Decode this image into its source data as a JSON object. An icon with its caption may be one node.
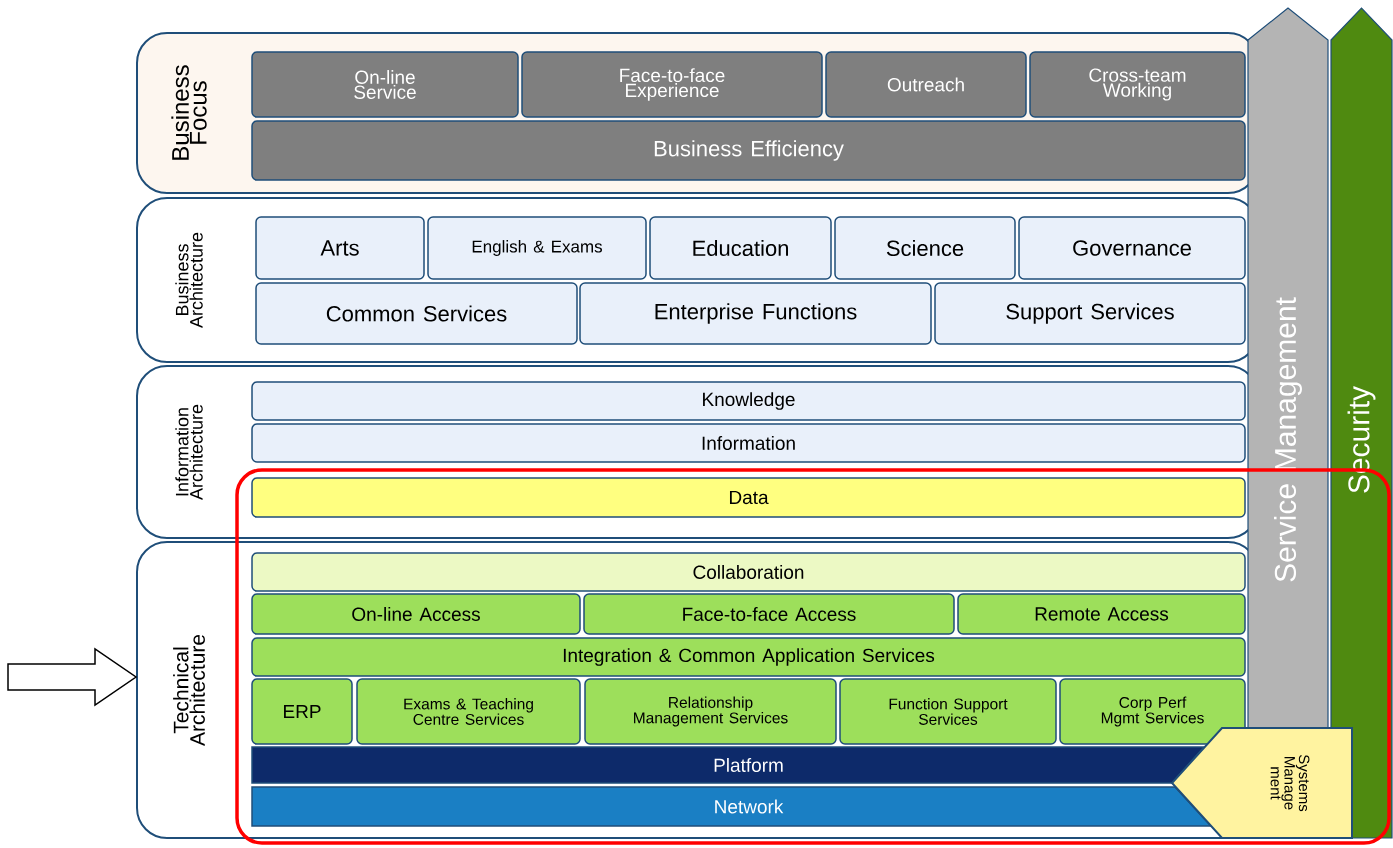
{
  "diagram": {
    "nodes": [
      {
        "text": [
          "Business Focus"
        ]
      },
      {
        "text": [
          "On-line Service"
        ],
        "in": 0
      },
      {
        "text": [
          "Face-to-face Experience"
        ],
        "in": 0
      },
      {
        "text": [
          "Outreach"
        ],
        "in": 0
      },
      {
        "text": [
          "Cross-team Working"
        ],
        "in": 0
      },
      {
        "text": [
          "Business Efficiency"
        ],
        "in": 0
      },
      {
        "text": [
          "Business Architecture"
        ]
      },
      {
        "text": [
          "Arts"
        ],
        "in": 6
      },
      {
        "text": [
          "English & Exams"
        ],
        "in": 6
      },
      {
        "text": [
          "Education"
        ],
        "in": 6
      },
      {
        "text": [
          "Science"
        ],
        "in": 6
      },
      {
        "text": [
          "Governance"
        ],
        "in": 6
      },
      {
        "text": [
          "Common Services"
        ],
        "in": 6
      },
      {
        "text": [
          "Enterprise Functions"
        ],
        "in": 6
      },
      {
        "text": [
          "Support Services"
        ],
        "in": 6
      },
      {
        "text": [
          "Information Architecture"
        ]
      },
      {
        "text": [
          "Knowledge"
        ],
        "in": 15
      },
      {
        "text": [
          "Information"
        ],
        "in": 15
      },
      {
        "text": [
          "Data"
        ],
        "in": 15
      },
      {
        "text": [
          "Technical Architecture"
        ]
      },
      {
        "text": [
          "Collaboration"
        ],
        "in": 19
      },
      {
        "text": [
          "On-line Access"
        ],
        "in": 19
      },
      {
        "text": [
          "Face-to-face Access"
        ],
        "in": 19
      },
      {
        "text": [
          "Remote Access"
        ],
        "in": 19
      },
      {
        "text": [
          "Integration & Common Application Services"
        ],
        "in": 19
      },
      {
        "text": [
          "ERP"
        ],
        "in": 19
      },
      {
        "text": [
          "Exams & Teaching Centre Services"
        ],
        "in": 19
      },
      {
        "text": [
          "Relationship Management Services"
        ],
        "in": 19
      },
      {
        "text": [
          "Function Support Services"
        ],
        "in": 19
      },
      {
        "text": [
          "Corp Perf Mgmt Services"
        ],
        "in": 19
      },
      {
        "text": [
          "Platform"
        ],
        "in": 19
      },
      {
        "text": [
          "Network"
        ],
        "in": 19
      },
      {
        "text": [
          "Service Management"
        ]
      },
      {
        "text": [
          "Security"
        ]
      },
      {
        "text": [
          "Systems Manage ment"
        ]
      }
    ],
    "edges": [
      {
        "from": null,
        "to": 19,
        "arrow": "to"
      }
    ]
  }
}
